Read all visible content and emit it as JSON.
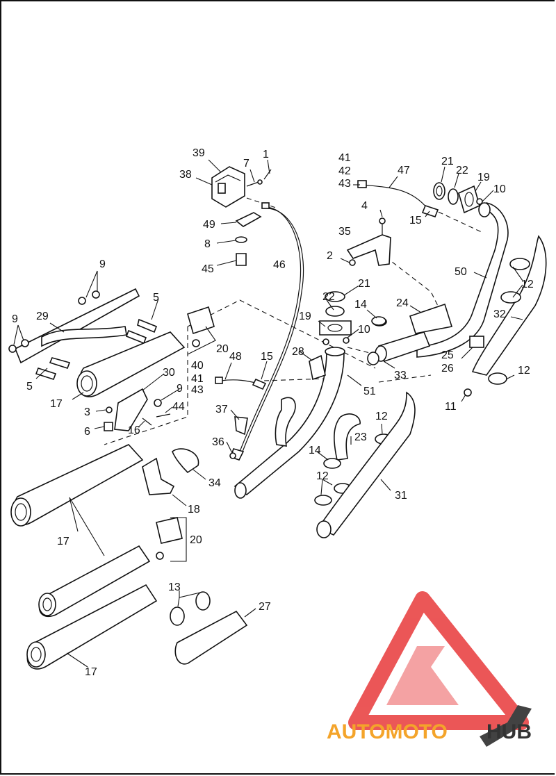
{
  "diagram": {
    "callouts": [
      {
        "id": "c1",
        "text": "1"
      },
      {
        "id": "c7",
        "text": "7"
      },
      {
        "id": "c39",
        "text": "39"
      },
      {
        "id": "c38",
        "text": "38"
      },
      {
        "id": "c49",
        "text": "49"
      },
      {
        "id": "c8",
        "text": "8"
      },
      {
        "id": "c45",
        "text": "45"
      },
      {
        "id": "c46",
        "text": "46"
      },
      {
        "id": "c41a",
        "text": "41"
      },
      {
        "id": "c42a",
        "text": "42"
      },
      {
        "id": "c43a",
        "text": "43"
      },
      {
        "id": "c47",
        "text": "47"
      },
      {
        "id": "c21a",
        "text": "21"
      },
      {
        "id": "c22a",
        "text": "22"
      },
      {
        "id": "c19a",
        "text": "19"
      },
      {
        "id": "c10a",
        "text": "10"
      },
      {
        "id": "c4",
        "text": "4"
      },
      {
        "id": "c15a",
        "text": "15"
      },
      {
        "id": "c35",
        "text": "35"
      },
      {
        "id": "c2",
        "text": "2"
      },
      {
        "id": "c50",
        "text": "50"
      },
      {
        "id": "c12a",
        "text": "12"
      },
      {
        "id": "c21b",
        "text": "21"
      },
      {
        "id": "c22b",
        "text": "22"
      },
      {
        "id": "c14a",
        "text": "14"
      },
      {
        "id": "c24",
        "text": "24"
      },
      {
        "id": "c32",
        "text": "32"
      },
      {
        "id": "c19b",
        "text": "19"
      },
      {
        "id": "c10b",
        "text": "10"
      },
      {
        "id": "c9a",
        "text": "9"
      },
      {
        "id": "c9b",
        "text": "9"
      },
      {
        "id": "c29",
        "text": "29"
      },
      {
        "id": "c5a",
        "text": "5"
      },
      {
        "id": "c5b",
        "text": "5"
      },
      {
        "id": "c20a",
        "text": "20"
      },
      {
        "id": "c28",
        "text": "28"
      },
      {
        "id": "c15b",
        "text": "15"
      },
      {
        "id": "c48",
        "text": "48"
      },
      {
        "id": "c40",
        "text": "40"
      },
      {
        "id": "c41b",
        "text": "41"
      },
      {
        "id": "c43b",
        "text": "43"
      },
      {
        "id": "c51",
        "text": "51"
      },
      {
        "id": "c33",
        "text": "33"
      },
      {
        "id": "c25",
        "text": "25"
      },
      {
        "id": "c26",
        "text": "26"
      },
      {
        "id": "c12b",
        "text": "12"
      },
      {
        "id": "c11",
        "text": "11"
      },
      {
        "id": "c30",
        "text": "30"
      },
      {
        "id": "c9c",
        "text": "9"
      },
      {
        "id": "c17a",
        "text": "17"
      },
      {
        "id": "c3",
        "text": "3"
      },
      {
        "id": "c44",
        "text": "44"
      },
      {
        "id": "c6",
        "text": "6"
      },
      {
        "id": "c16",
        "text": "16"
      },
      {
        "id": "c37",
        "text": "37"
      },
      {
        "id": "c36",
        "text": "36"
      },
      {
        "id": "c12c",
        "text": "12"
      },
      {
        "id": "c23",
        "text": "23"
      },
      {
        "id": "c14b",
        "text": "14"
      },
      {
        "id": "c12d",
        "text": "12"
      },
      {
        "id": "c31",
        "text": "31"
      },
      {
        "id": "c34",
        "text": "34"
      },
      {
        "id": "c18",
        "text": "18"
      },
      {
        "id": "c17b",
        "text": "17"
      },
      {
        "id": "c20b",
        "text": "20"
      },
      {
        "id": "c13",
        "text": "13"
      },
      {
        "id": "c27",
        "text": "27"
      },
      {
        "id": "c17c",
        "text": "17"
      }
    ]
  },
  "watermark": {
    "brand_part1": "AUTOMOTO",
    "brand_part2": "HUB",
    "color_primary": "#e8393a",
    "color_secondary": "#f4a42a",
    "color_dark": "#333333"
  }
}
